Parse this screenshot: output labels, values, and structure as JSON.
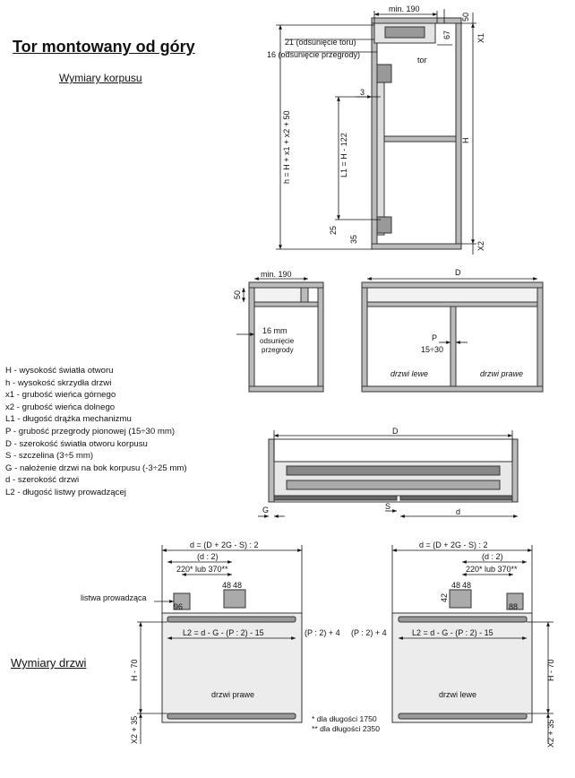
{
  "title": "Tor montowany od góry",
  "subtitle_body": "Wymiary korpusu",
  "subtitle_doors": "Wymiary drzwi",
  "legend": [
    "H - wysokość światła otworu",
    "h - wysokość skrzydła drzwi",
    "x1 - grubość wieńca górnego",
    "x2 - grubość wieńca dolnego",
    "L1 - długość drążka mechanizmu",
    "P - grubość przegrody pionowej (15÷30 mm)",
    "D - szerokość światła otworu korpusu",
    "S - szczelina (3÷5 mm)",
    "G - nałożenie drzwi na bok korpusu (-3÷25 mm)",
    "d - szerokość drzwi",
    "L2 - długość listwy prowadzącej"
  ],
  "labels": {
    "min190": "min. 190",
    "odsuniecie_toru": "21 (odsunięcie toru)",
    "odsuniecie_przegrody": "16 (odsunięcie przegrody)",
    "tor": "tor",
    "h_formula": "h = H + x1 + x2 + 50",
    "L1_formula": "L1 = H - 122",
    "H": "H",
    "X1": "X1",
    "X2": "X2",
    "dim3": "3",
    "dim25": "25",
    "dim35": "35",
    "dim50": "50",
    "dim67": "67",
    "dim16mm": "16 mm",
    "odsuniecie": "odsunięcie",
    "przegrody": "przegrody",
    "D": "D",
    "P": "P",
    "P_range": "15÷30",
    "drzwi_lewe": "drzwi lewe",
    "drzwi_prawe": "drzwi prawe",
    "G": "G",
    "S": "S",
    "d": "d",
    "door_width_formula": "d = (D + 2G - S) : 2",
    "half_d": "(d : 2)",
    "dist_220_370": "220* lub 370**",
    "dim48a": "48",
    "dim48b": "48",
    "dim42": "42",
    "dim96": "96",
    "dim88": "88",
    "listwa": "listwa prowadząca",
    "L2_formula": "L2 = d - G - (P : 2) - 15",
    "p_half_plus4": "(P : 2) + 4",
    "H_minus_70": "H - 70",
    "X2_plus_35": "X2 + 35"
  },
  "footnotes": [
    "* dla długości 1750",
    "** dla długości 2350"
  ]
}
